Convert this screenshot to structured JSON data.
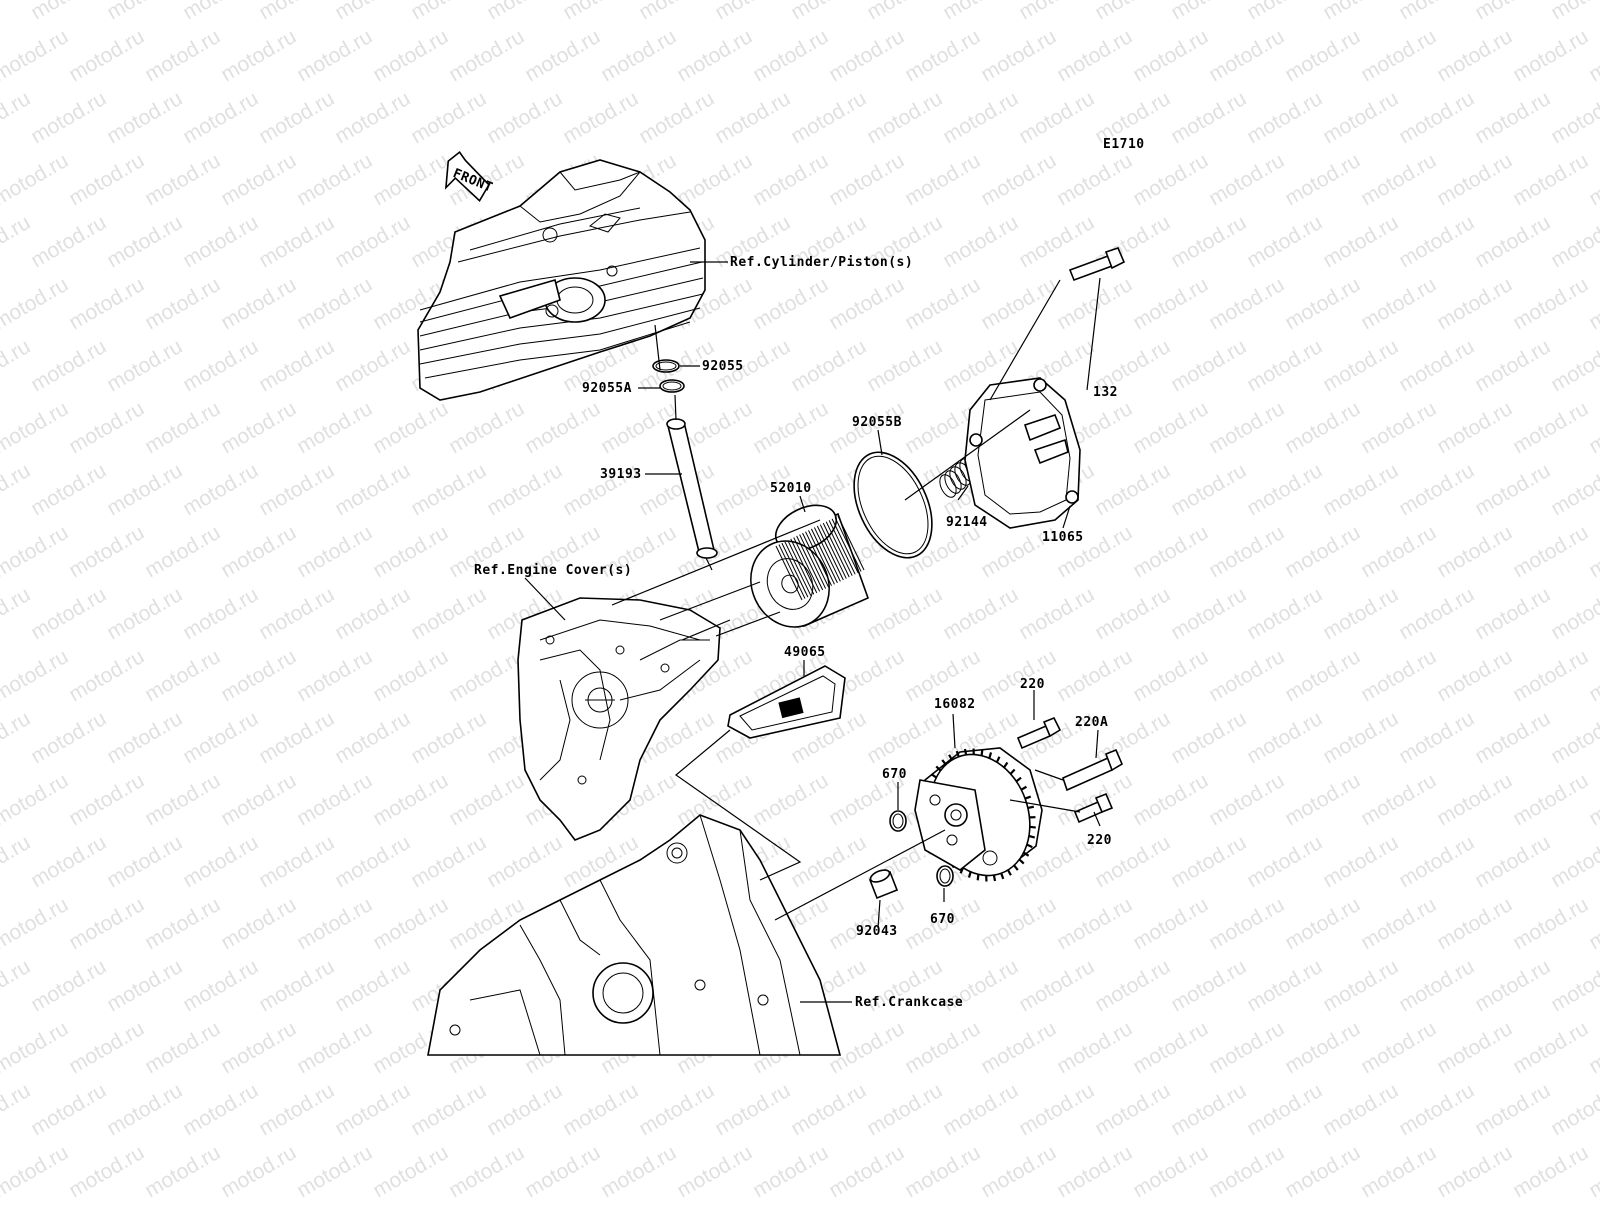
{
  "diagram": {
    "code": "E1710",
    "front_label": "FRONT",
    "watermark": "motod.ru",
    "references": {
      "cylinder": "Ref.Cylinder/Piston(s)",
      "engine_cover": "Ref.Engine Cover(s)",
      "crankcase": "Ref.Crankcase"
    },
    "parts": {
      "p92055": "92055",
      "p92055A": "92055A",
      "p39193": "39193",
      "p52010": "52010",
      "p92055B": "92055B",
      "p92144": "92144",
      "p132": "132",
      "p11065": "11065",
      "p49065": "49065",
      "p16082": "16082",
      "p220_top": "220",
      "p220A": "220A",
      "p220_bottom": "220",
      "p670_left": "670",
      "p670_right": "670",
      "p92043": "92043"
    }
  }
}
